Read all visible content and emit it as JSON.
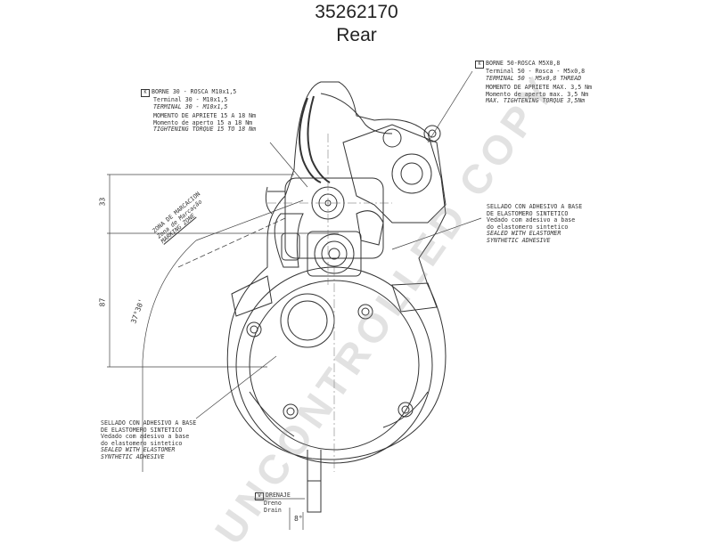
{
  "header": {
    "part_number": "35262170",
    "view_label": "Rear"
  },
  "notes": {
    "terminal_30": {
      "id": "K",
      "lines": [
        "BORNE 30 - ROSCA M10x1,5",
        "Terminal 30 - M10x1,5",
        "TERMINAL 30 - M10x1,5"
      ],
      "torque": [
        "MOMENTO DE APRIETE 15 A 18 Nm",
        "Momento de aperto 15 a 18 Nm",
        "TIGHTENING TORQUE 15 TO 18 Nm"
      ]
    },
    "terminal_50": {
      "id": "K",
      "lines": [
        "BORNE 50-ROSCA M5X0,8",
        "Terminal 50 - Rosca - M5x0,8",
        "TERMINAL 50 - M5x0,8 THREAD"
      ],
      "torque": [
        "MOMENTO DE APRIETE MAX. 3,5 Nm",
        "Momento de aperto max. 3,5 Nm",
        "MAX. TIGHTENING TORQUE 3,5Nm"
      ]
    },
    "sealed_right": [
      "SELLADO CON ADHESIVO A BASE",
      "DE ELASTOMERO SINTETICO",
      "Vedado com adesivo a base",
      "do elastomero sintetico",
      "SEALED WITH ELASTOMER",
      "SYNTHETIC ADHESIVE"
    ],
    "sealed_left": [
      "SELLADO CON ADHESIVO A BASE",
      "DE ELASTOMERO SINTETICO",
      "Vedado com adesivo a base",
      "do elastomero sintetico",
      "SEALED WITH ELASTOMER",
      "SYNTHETIC ADHESIVE"
    ],
    "marking_zone": [
      "ZONA DE MARCACION",
      "Zona de Marcação",
      "MARKING ZONE"
    ],
    "drain": [
      "DRENAJE",
      "Dreno",
      "Drain"
    ]
  },
  "dimensions": {
    "dim_33": "33",
    "dim_87": "87",
    "angle": "37°30'",
    "angle_small": "8°"
  },
  "watermark": "UNCONTROLLED COPY"
}
